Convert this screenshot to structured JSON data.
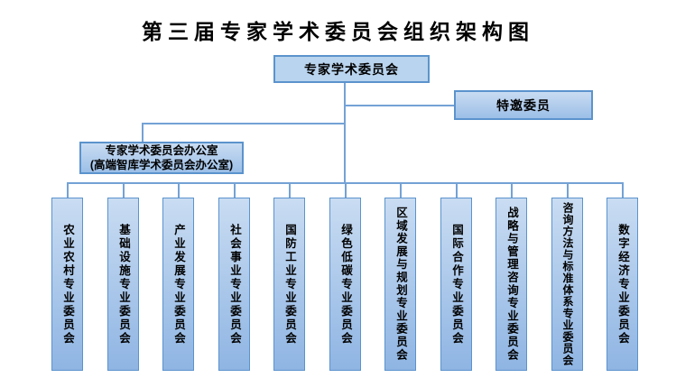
{
  "title": "第三届专家学术委员会组织架构图",
  "org": {
    "root": {
      "label": "专家学术委员会"
    },
    "invited": {
      "label": "特邀委员"
    },
    "office": {
      "line1": "专家学术委员会办公室",
      "line2": "(高端智库学术委员会办公室)"
    },
    "committees": [
      "农业农村专业委员会",
      "基础设施专业委员会",
      "产业发展专业委员会",
      "社会事业专业委员会",
      "国防工业专业委员会",
      "绿色低碳专业委员会",
      "区域发展与规划专业委员会",
      "国际合作专业委员会",
      "战略与管理咨询专业委员会",
      "咨询方法与标准体系专业委员会",
      "数字经济专业委员会"
    ]
  },
  "colors": {
    "box_border": "#5b93cd",
    "connector": "#74a2d6",
    "root_fill": "#b9d4ee",
    "gradient_fill_top": "#c9dcf2",
    "gradient_fill_bottom": "#8fb5e3",
    "text": "#000000",
    "background": "#ffffff"
  }
}
